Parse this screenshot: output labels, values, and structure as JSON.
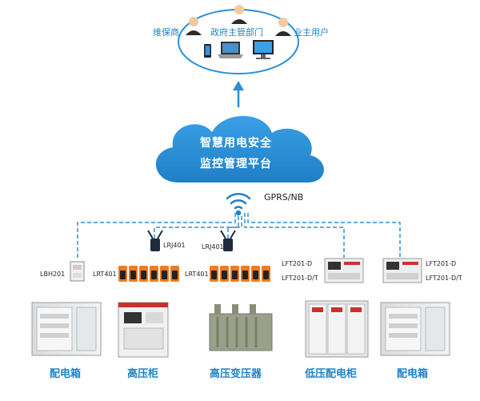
{
  "users": [
    {
      "label": "维保商"
    },
    {
      "label": "政府主管部门"
    },
    {
      "label": "业主用户"
    }
  ],
  "platform": {
    "line1": "智慧用电安全",
    "line2": "监控管理平台"
  },
  "network_label": "GPRS/NB",
  "gateways": [
    "LRJ401",
    "LRJ401"
  ],
  "devices": {
    "lbh": "LBH201",
    "lrt_left": "LRT401",
    "lrt_right": "LRT401",
    "lft_left": [
      "LFT201-D",
      "LFT201-D/T"
    ],
    "lft_right": [
      "LFT201-D",
      "LFT201-D/T"
    ]
  },
  "equipment": [
    "配电箱",
    "高压柜",
    "高压变压器",
    "低压配电柜",
    "配电箱"
  ],
  "colors": {
    "accent": "#1f82c8",
    "cloud": "#2a8fd6",
    "dashed": "#2f8fd8",
    "device_orange": "#f07a1e"
  }
}
